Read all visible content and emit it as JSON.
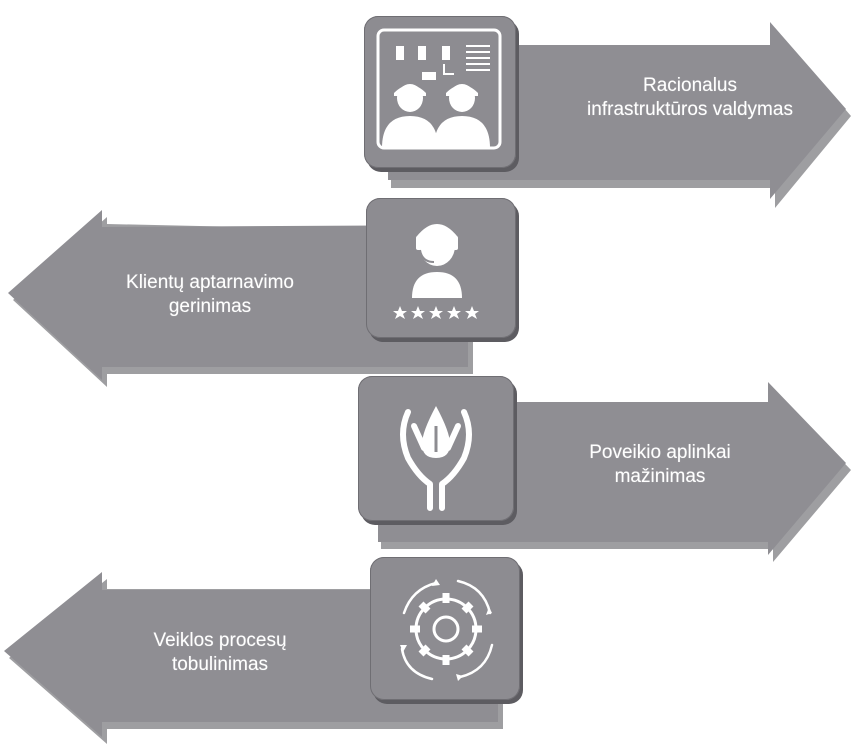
{
  "colors": {
    "arrow": "#8f8e93",
    "arrow_shadow": "#4f4e53",
    "tile": "#8d8c91",
    "icon": "#ffffff",
    "background": "#ffffff"
  },
  "arrows": [
    {
      "id": "arrow-1",
      "direction": "right",
      "icon": "meeting-people-icon",
      "label_lines": [
        "Racionalus",
        "infrastruktūros valdymas"
      ]
    },
    {
      "id": "arrow-2",
      "direction": "left",
      "icon": "customer-service-rating-icon",
      "label_lines": [
        "Klientų aptarnavimo",
        "gerinimas"
      ]
    },
    {
      "id": "arrow-3",
      "direction": "right",
      "icon": "hands-water-drop-icon",
      "label_lines": [
        "Poveikio aplinkai",
        "mažinimas"
      ]
    },
    {
      "id": "arrow-4",
      "direction": "left",
      "icon": "gear-cycle-icon",
      "label_lines": [
        "Veiklos procesų",
        "tobulinimas"
      ]
    }
  ]
}
